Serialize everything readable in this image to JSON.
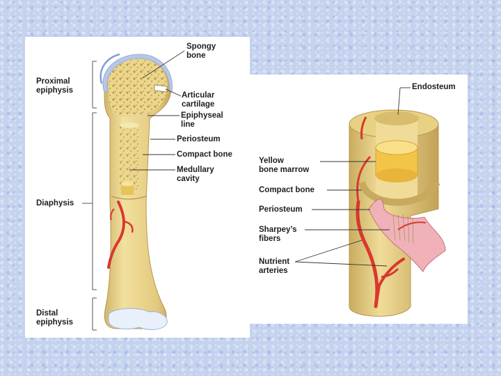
{
  "left_diagram": {
    "labels": {
      "proximal_epiphysis": "Proximal\nepiphysis",
      "diaphysis": "Diaphysis",
      "distal_epiphysis": "Distal\nepiphysis",
      "spongy_bone": "Spongy\nbone",
      "articular_cartilage": "Articular\ncartilage",
      "epiphyseal_line": "Epiphyseal\nline",
      "periosteum": "Periosteum",
      "compact_bone": "Compact bone",
      "medullary_cavity": "Medullary\ncavity"
    }
  },
  "right_diagram": {
    "labels": {
      "endosteum": "Endosteum",
      "yellow_bone_marrow": "Yellow\nbone marrow",
      "compact_bone": "Compact bone",
      "periosteum": "Periosteum",
      "sharpeys_fibers": "Sharpey’s\nfibers",
      "nutrient_arteries": "Nutrient\narteries"
    }
  },
  "colors": {
    "bone": "#ecd68c",
    "bone_shadow": "#c9ad5f",
    "cartilage": "#c8d6ee",
    "artery": "#d9372f",
    "periosteum": "#f0b2b8",
    "leader_line": "#333333"
  }
}
